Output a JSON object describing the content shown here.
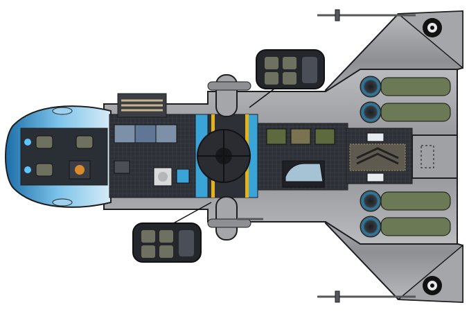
{
  "map": {
    "kind": "starship deck plan (top-down)",
    "palette": {
      "hull": "#8d8f93",
      "hull_dark": "#55575b",
      "hull_light": "#c7c9cc",
      "outline": "#1e1e20",
      "floor": "#2d3036",
      "canopy": "#5aa9d9",
      "airlock": "#3ba4d6",
      "hazard_yellow": "#e3b21c",
      "cargo_green": "#5c6a3e",
      "engine_ring": "#2b7fa8",
      "engine_body": "#6b7a55"
    }
  },
  "rooms": [
    {
      "id": "cockpit",
      "icon": "pilot-seat-icon"
    },
    {
      "id": "crew-quarters",
      "icon": "bunk-icon"
    },
    {
      "id": "airlock",
      "icon": "hatch-icon"
    },
    {
      "id": "cargo-bay",
      "icon": "crate-icon"
    },
    {
      "id": "vehicle-bay",
      "icon": "rover-icon"
    },
    {
      "id": "engine-room",
      "icon": "thruster-icon"
    }
  ],
  "insets": [
    {
      "id": "upper-escape-pod",
      "icon": "escape-pod-icon"
    },
    {
      "id": "lower-escape-pod",
      "icon": "escape-pod-icon"
    }
  ]
}
